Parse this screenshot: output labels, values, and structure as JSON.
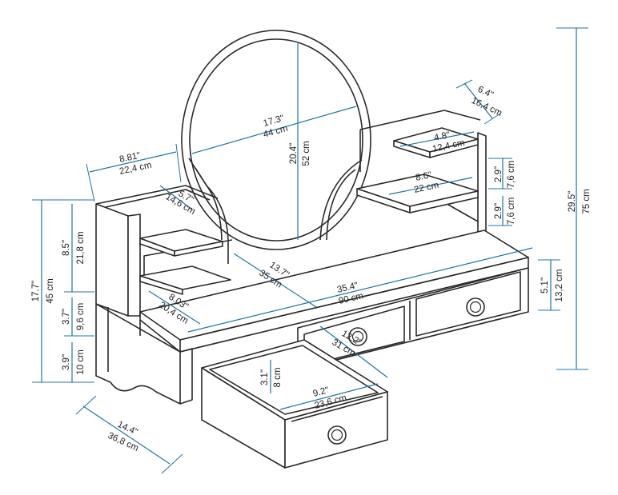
{
  "dimensions": {
    "total_height": {
      "inch": "29.5\"",
      "cm": "75 cm"
    },
    "shelf_depth": {
      "inch": "6.4\"",
      "cm": "16,4 cm"
    },
    "shelf_upper_width": {
      "inch": "4.8\"",
      "cm": "12,4 cm"
    },
    "shelf_upper_gap": {
      "inch": "2.9\"",
      "cm": "7,6 cm"
    },
    "shelf_lower_width": {
      "inch": "8.6\"",
      "cm": "22 cm"
    },
    "shelf_lower_gap": {
      "inch": "2.9\"",
      "cm": "7,6 cm"
    },
    "mirror_width": {
      "inch": "17.3\"",
      "cm": "44 cm"
    },
    "mirror_height": {
      "inch": "20.4\"",
      "cm": "52 cm"
    },
    "left_unit_width": {
      "inch": "8.81\"",
      "cm": "22,4 cm"
    },
    "left_shelf_depth": {
      "inch": "5.7\"",
      "cm": "14,6 cm"
    },
    "left_upper_height": {
      "inch": "8.5\"",
      "cm": "21,8 cm"
    },
    "desk_height": {
      "inch": "17.7\"",
      "cm": "45 cm"
    },
    "inner_depth": {
      "inch": "13.7\"",
      "cm": "35 cm"
    },
    "total_width": {
      "inch": "35.4\"",
      "cm": "90 cm"
    },
    "left_shelf_width": {
      "inch": "8.03\"",
      "cm": "20,4 cm"
    },
    "mid_gap": {
      "inch": "3.7\"",
      "cm": "9,6 cm"
    },
    "bottom_gap": {
      "inch": "3.9\"",
      "cm": "10 cm"
    },
    "drawer_front_height": {
      "inch": "5.1\"",
      "cm": "13,2 cm"
    },
    "drawer_depth": {
      "inch": "12.2\"",
      "cm": "31 cm"
    },
    "drawer_inner_height": {
      "inch": "3.1\"",
      "cm": "8 cm"
    },
    "drawer_inner_width": {
      "inch": "9.2\"",
      "cm": "23,6 cm"
    },
    "total_depth": {
      "inch": "14.4\"",
      "cm": "36,8 cm"
    }
  },
  "colors": {
    "dimension_line": "#1f74a6",
    "outline": "#2a2a2a",
    "text": "#222222"
  }
}
